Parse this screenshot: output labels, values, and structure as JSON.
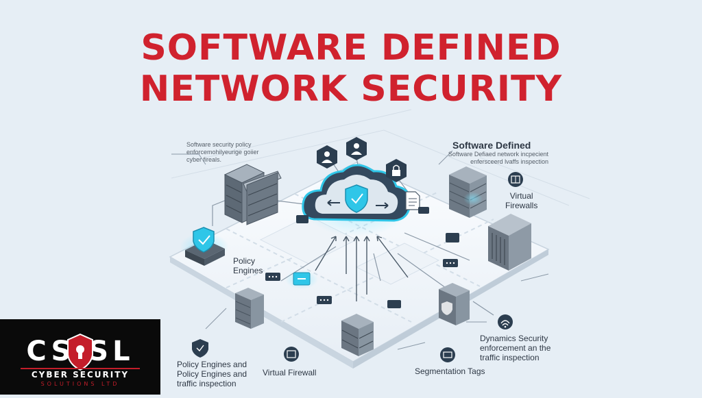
{
  "title": {
    "line1": "SOFTWARE DEFINED",
    "line2": "NETWORK SECURITY"
  },
  "callouts": {
    "top_left": "Software security policy\nenforcemohilyeurige goiier\ncyber fireals.",
    "top_right_heading": "Software Defined",
    "top_right_body": "Software Defiaed network incpecient\nenfersceerd lvaffs inspection",
    "virtual_firewalls": "Virtual\nFirewalls",
    "policy_engines": "Policy\nEngines",
    "dynamic_security": "Dynamics Security\nenforcement an the\ntraffic inspection",
    "bottom_left": "Policy Engines and\nPolicy Engines and\ntraffic inspection",
    "virtual_firewall": "Virtual Firewall",
    "segmentation_tags": "Segmentation Tags"
  },
  "logo": {
    "text": "CS SL",
    "line1": "CYBER SECURITY",
    "line2": "SOLUTIONS LTD"
  },
  "colors": {
    "title_red": "#d0222e",
    "accent_cyan": "#2fc6e8",
    "dark_slate": "#2c3e50",
    "background": "#e6eef5"
  }
}
